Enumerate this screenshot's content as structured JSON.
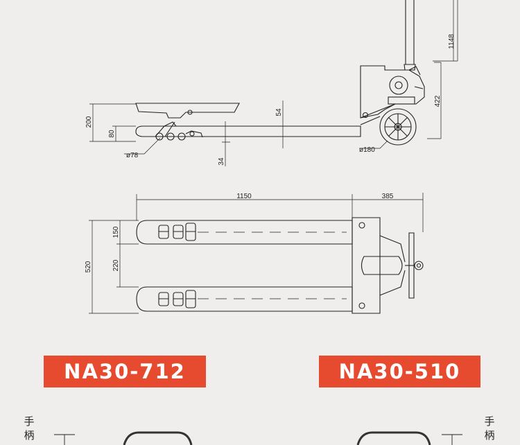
{
  "side_view": {
    "dims": {
      "handle_height": "1148",
      "body_height": "422",
      "fork_lift_height": "200",
      "fork_lowered_height": "80",
      "fork_thickness": "54",
      "fork_bottom": "34",
      "load_roller": "ø78",
      "steer_wheel": "ø180"
    }
  },
  "top_view": {
    "dims": {
      "fork_length": "1150",
      "body_length": "385",
      "fork_width": "150",
      "fork_gap": "220",
      "overall_width": "520"
    }
  },
  "models": {
    "left": "NA30-712",
    "right": "NA30-510"
  },
  "handle_label": {
    "left": "手柄",
    "right": "手柄"
  },
  "colors": {
    "badge": "#e64a2f",
    "background": "#efeeec",
    "line": "#222222"
  }
}
